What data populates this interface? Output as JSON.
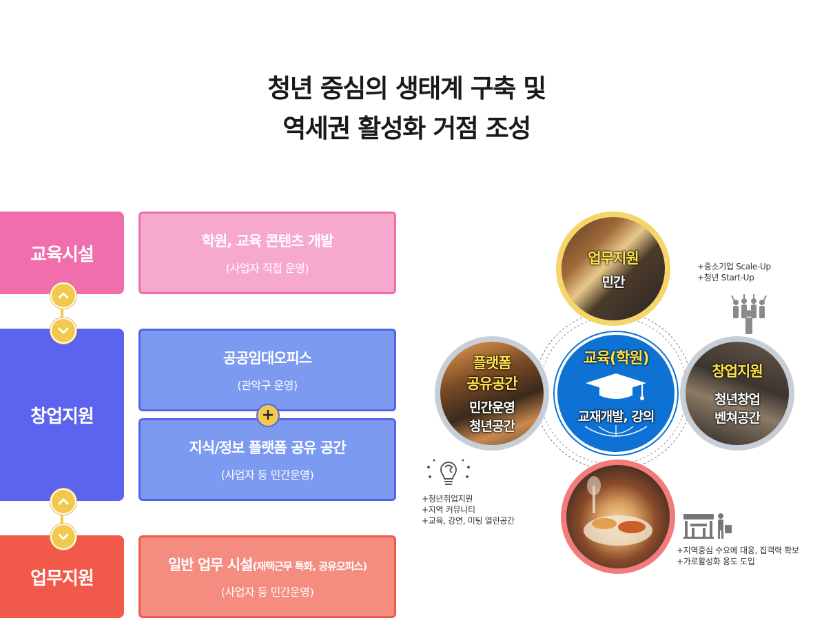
{
  "header": {
    "title_line1": "청년 중심의 생태계 구축 및",
    "title_line2": "역세권 활성화 거점 조성"
  },
  "categories": {
    "education": "교육시설",
    "startup": "창업지원",
    "work": "업무지원"
  },
  "boxes": {
    "education": {
      "main": "학원, 교육 콘텐츠 개발",
      "sub": "(사업자 직접 운영)"
    },
    "startup_office": {
      "main": "공공임대오피스",
      "sub": "(관악구 운영)"
    },
    "startup_platform": {
      "main": "지식/정보 플랫폼 공유 공간",
      "sub": "(사업자 등 민간운영)"
    },
    "work": {
      "main": "일반 업무 시설",
      "main_small": "(재택근무 특화, 공유오피스)",
      "sub": "(사업자 등 민간운영)"
    }
  },
  "plus_symbol": "+",
  "circles": {
    "center": {
      "title": "교육(학원)",
      "label": "교재개발, 강의"
    },
    "top": {
      "title": "업무지원",
      "label": "민간"
    },
    "left": {
      "title_line1": "플랫폼",
      "title_line2": "공유공간",
      "label_line1": "민간운영",
      "label_line2": "청년공간"
    },
    "right": {
      "title": "창업지원",
      "label_line1": "청년창업",
      "label_line2": "벤쳐공간"
    },
    "bottom": {}
  },
  "notes": {
    "top_right": [
      "+중소기업 Scale-Up",
      "+청년 Start-Up"
    ],
    "left": [
      "+청년취업지원",
      "+지역 커뮤니티",
      "+교육, 강연, 미팅 열린공간"
    ],
    "bottom_right": [
      "+지역중심 수요에 대응, 집객력 확보",
      "+가로활성화 용도 도입"
    ]
  },
  "icons": [
    "chevron-up-icon",
    "chevron-down-icon",
    "graduation-cap-icon",
    "crowd-icon",
    "lightbulb-brain-icon",
    "storefront-icon",
    "shopper-icon"
  ],
  "colors": {
    "education": "#f06eab",
    "startup": "#5b63ef",
    "work": "#f15a4b",
    "accent_yellow": "#f2c94c",
    "center_blue": "#0d72d4"
  }
}
